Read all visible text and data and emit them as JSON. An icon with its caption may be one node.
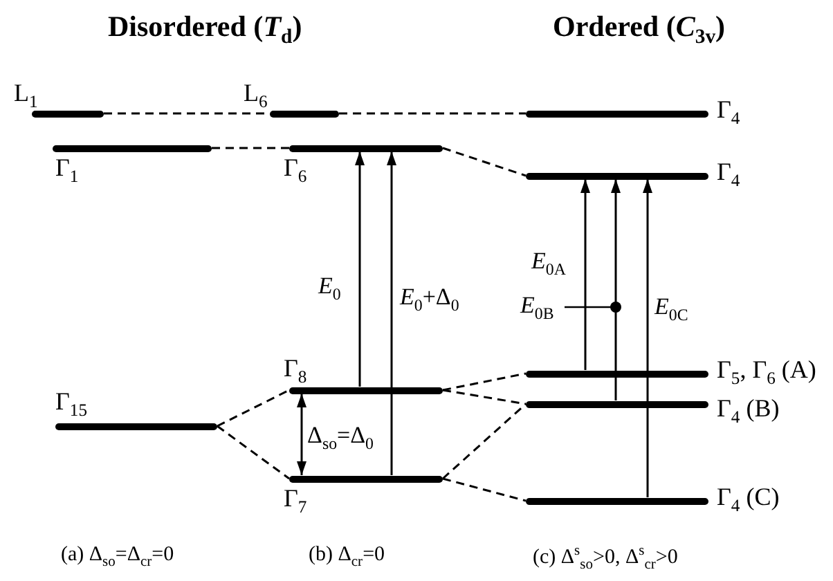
{
  "diagram": {
    "nodes": [
      {
        "text": [
          "L$_{1}$"
        ]
      },
      {
        "text": [
          "Γ$_{1}$"
        ]
      },
      {
        "text": [
          "Γ$_{15}$"
        ]
      },
      {
        "text": [
          "L$_{6}$"
        ]
      },
      {
        "text": [
          "Γ$_{6}$"
        ]
      },
      {
        "text": [
          "Γ$_{8}$"
        ]
      },
      {
        "text": [
          "Γ$_{7}$"
        ]
      },
      {
        "text": [
          "Γ$_{4}$"
        ]
      },
      {
        "text": [
          "Γ$_{4}$"
        ]
      },
      {
        "text": [
          "Γ$_{5}$, Γ$_{6}$ (A)"
        ]
      },
      {
        "text": [
          "Γ$_{4}$ (B)"
        ]
      },
      {
        "text": [
          "Γ$_{4}$ (C)"
        ]
      }
    ],
    "edges": [
      {
        "from": 0,
        "to": 3,
        "arrow": "none",
        "style": "dashed"
      },
      {
        "from": 3,
        "to": 7,
        "arrow": "none",
        "style": "dashed"
      },
      {
        "from": 1,
        "to": 4,
        "arrow": "none",
        "style": "dashed"
      },
      {
        "from": 4,
        "to": 8,
        "arrow": "none",
        "style": "dashed"
      },
      {
        "from": 2,
        "to": 5,
        "arrow": "none",
        "style": "dashed"
      },
      {
        "from": 2,
        "to": 6,
        "arrow": "none",
        "style": "dashed"
      },
      {
        "from": 5,
        "to": 9,
        "arrow": "none",
        "style": "dashed"
      },
      {
        "from": 5,
        "to": 10,
        "arrow": "none",
        "style": "dashed"
      },
      {
        "from": 6,
        "to": 10,
        "arrow": "none",
        "style": "dashed"
      },
      {
        "from": 6,
        "to": 11,
        "arrow": "none",
        "style": "dashed"
      },
      {
        "from": 5,
        "to": 4,
        "arrow": "to",
        "label": "*E*$_{0}$"
      },
      {
        "from": 6,
        "to": 4,
        "arrow": "to",
        "label": "*E*$_{0}$+Δ$_{0}$"
      },
      {
        "from": 5,
        "to": 6,
        "arrow": "both",
        "label": "Δ$_{so}$=Δ$_{0}$"
      },
      {
        "from": 9,
        "to": 8,
        "arrow": "to",
        "label": "*E*$_{0A}$"
      },
      {
        "from": 10,
        "to": 8,
        "arrow": "to",
        "label": "*E*$_{0B}$"
      },
      {
        "from": 11,
        "to": 8,
        "arrow": "to",
        "label": "*E*$_{0C}$"
      }
    ],
    "labels": [
      "Disordered (*T*$_{d}$)",
      "Ordered (*C*$_{3v}$)",
      "(a) Δ$_{so}$=Δ$_{cr}$=0",
      "(b) Δ$_{cr}$=0",
      "(c) Δ$^{s}$$_{so}$>0, Δ$^{s}$$_{cr}$>0"
    ]
  }
}
